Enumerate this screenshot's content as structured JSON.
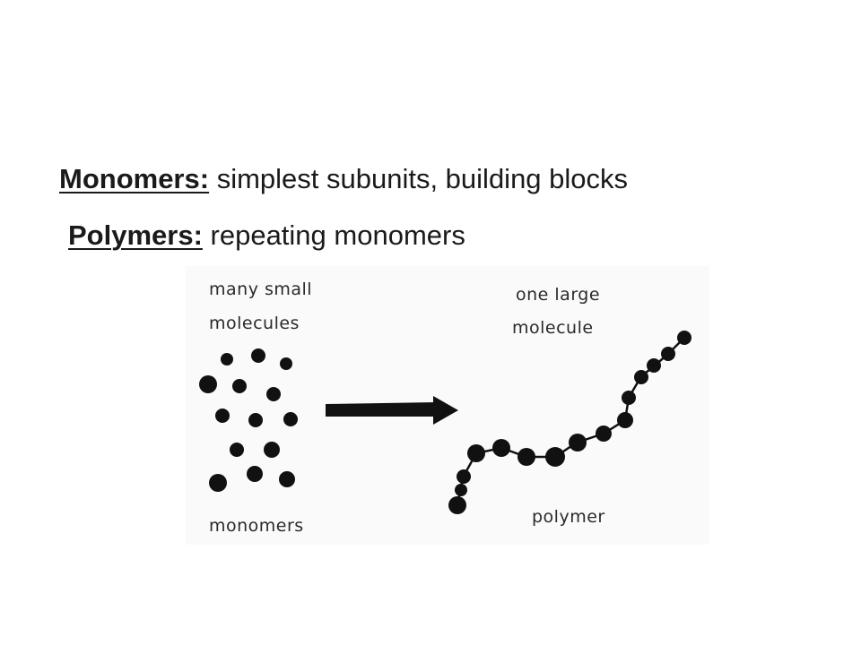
{
  "definitions": [
    {
      "term": "Monomers:",
      "text": " simplest subunits, building blocks"
    },
    {
      "term": "Polymers:",
      "text": " repeating monomers"
    }
  ],
  "diagram": {
    "left_caption_line1": "many small",
    "left_caption_line2": "molecules",
    "right_caption_line1": "one large",
    "right_caption_line2": "molecule",
    "left_bottom_label": "monomers",
    "right_bottom_label": "polymer",
    "ink_color": "#111111"
  }
}
